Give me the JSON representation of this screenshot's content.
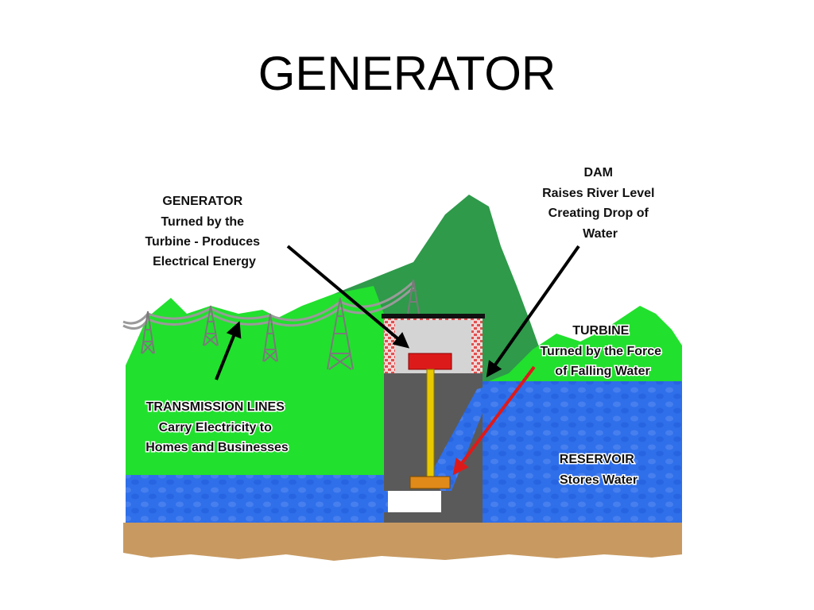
{
  "title": "GENERATOR",
  "labels": {
    "generator": [
      "GENERATOR",
      "Turned by the",
      "Turbine - Produces",
      "Electrical Energy"
    ],
    "dam": [
      "DAM",
      "Raises River Level",
      "Creating Drop of",
      "Water"
    ],
    "turbine": [
      "TURBINE",
      "Turned by the Force",
      "of Falling Water"
    ],
    "transmission": [
      "TRANSMISSION LINES",
      "Carry Electricity to",
      "Homes and Businesses"
    ],
    "reservoir": [
      "RESERVOIR",
      "Stores Water"
    ]
  },
  "colors": {
    "mountain_dark": "#2e9a4a",
    "hill_green": "#22e02e",
    "water": "#2f6fea",
    "ground": "#c89a62",
    "dam": "#5a5a5a",
    "generator": "#dd1a1a",
    "shaft": "#e8c800",
    "turbine": "#e08a1a",
    "arrow_black": "#000000",
    "arrow_red": "#dd1a1a"
  }
}
